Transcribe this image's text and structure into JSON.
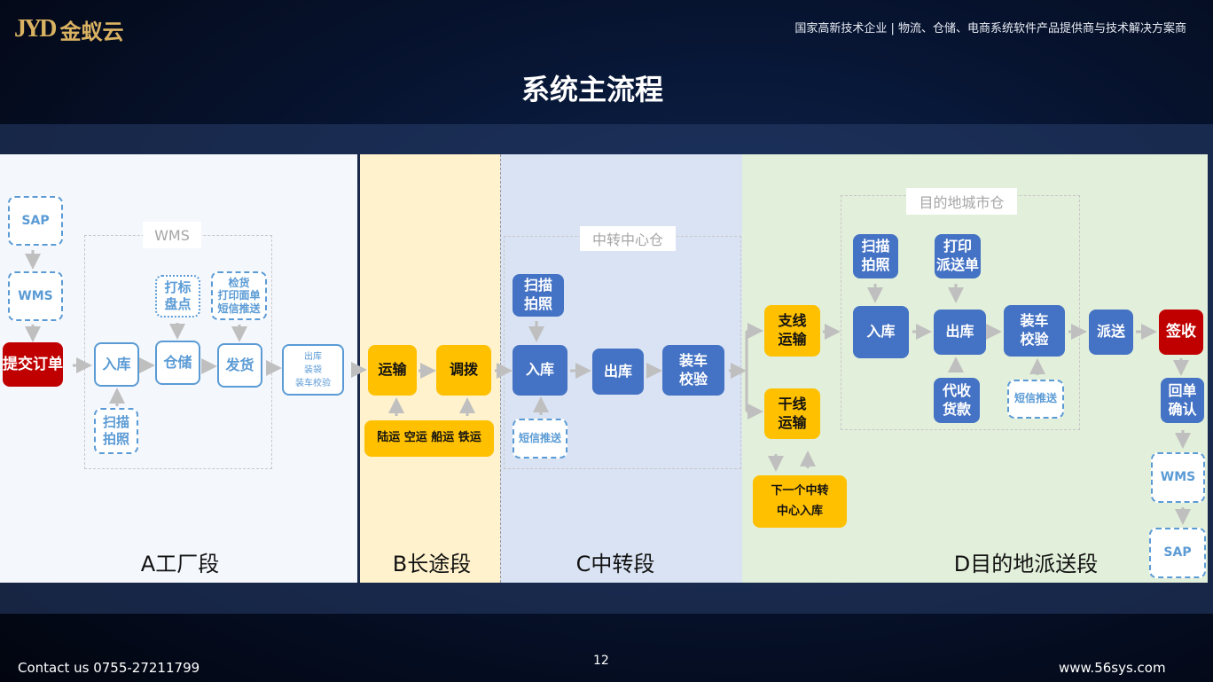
{
  "header": {
    "logo_text": "金蚁云",
    "logo_mark": "JYD",
    "tagline": "国家高新技术企业 | 物流、仓储、电商系统软件产品提供商与技术解决方案商",
    "title": "系统主流程"
  },
  "colors": {
    "blue": "#4472c4",
    "yellow": "#ffc000",
    "red": "#c00000",
    "outline": "#5b9bd5"
  },
  "segments": {
    "a": {
      "title": "A工厂段",
      "group": "WMS",
      "sap": "SAP",
      "wms": "WMS",
      "order": "提交订单",
      "inbound": "入库",
      "storage": "仓储",
      "ship": "发货",
      "label_count": "打标\n盘点",
      "check": "检货\n打印面单\n短信推送",
      "scan": "扫描\n拍照",
      "outbound": "出库\n装袋\n装车校验"
    },
    "b": {
      "title": "B长途段",
      "transport": "运输",
      "dispatch": "调拨",
      "modes": "陆运 空运 船运 铁运"
    },
    "c": {
      "title": "C中转段",
      "group": "中转中心仓",
      "scan": "扫描\n拍照",
      "inbound": "入库",
      "outbound": "出库",
      "load": "装车\n校验",
      "sms": "短信推送"
    },
    "d": {
      "title": "D目的地派送段",
      "group": "目的地城市仓",
      "branch": "支线\n运输",
      "trunk": "干线\n运输",
      "next": "下一个中转\n中心入库",
      "scan": "扫描\n拍照",
      "print": "打印\n派送单",
      "inbound": "入库",
      "outbound": "出库",
      "load": "装车\n校验",
      "cod": "代收\n货款",
      "sms": "短信推送",
      "deliver": "派送",
      "sign": "签收",
      "receipt": "回单\n确认",
      "wms": "WMS",
      "sap": "SAP"
    }
  },
  "footer": {
    "contact": "Contact  us   0755-27211799",
    "page": "12",
    "website": "www.56sys.com"
  }
}
